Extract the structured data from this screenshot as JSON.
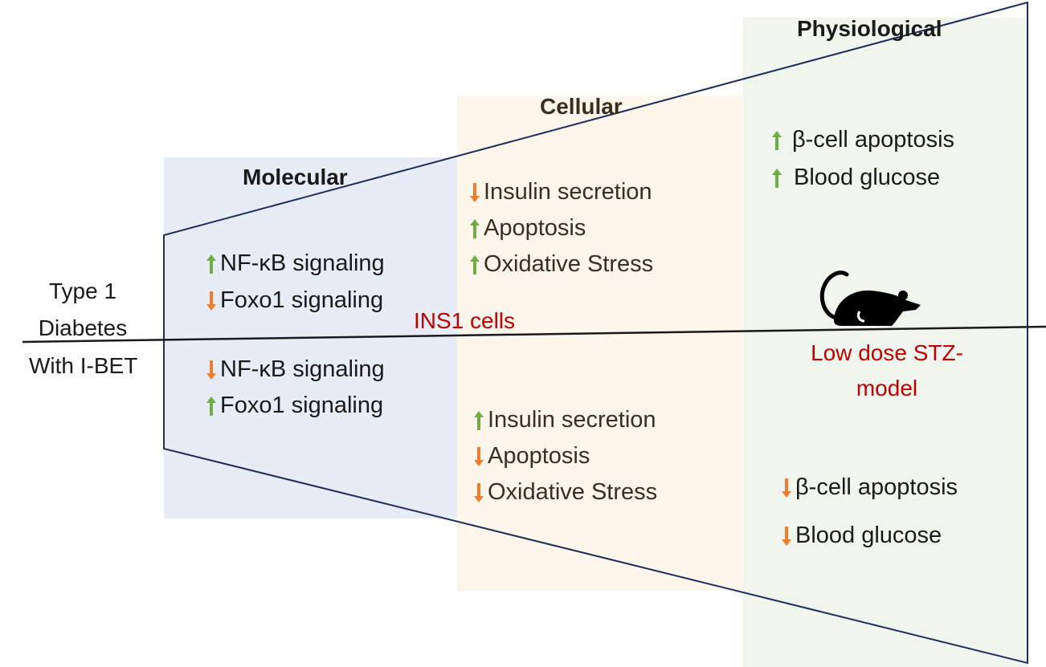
{
  "colors": {
    "molecular_bg": "#e8ecf7",
    "cellular_bg": "#fdf6ea",
    "physiological_bg": "#f0f5ed",
    "outline": "#1f2d5a",
    "up_arrow": "#70ad47",
    "down_arrow": "#ed7d31",
    "highlight_text": "#c00000"
  },
  "headers": {
    "molecular": "Molecular",
    "cellular": "Cellular",
    "physiological": "Physiological"
  },
  "left_labels": {
    "top_line1": "Type 1",
    "top_line2": "Diabetes",
    "bottom": "With I-BET"
  },
  "middle_label": "INS1 cells",
  "model_label": {
    "line1": "Low dose STZ-",
    "line2": "model"
  },
  "icons": {
    "model": "mouse-icon",
    "up": "up-arrow-icon",
    "down": "down-arrow-icon"
  },
  "molecular": {
    "top": [
      {
        "dir": "up",
        "text": "NF-κB signaling"
      },
      {
        "dir": "down",
        "text": "Foxo1 signaling"
      }
    ],
    "bottom": [
      {
        "dir": "down",
        "text": "NF-κB signaling"
      },
      {
        "dir": "up",
        "text": "Foxo1 signaling"
      }
    ]
  },
  "cellular": {
    "top": [
      {
        "dir": "down",
        "text": "Insulin secretion"
      },
      {
        "dir": "up",
        "text": "Apoptosis"
      },
      {
        "dir": "up",
        "text": "Oxidative Stress"
      }
    ],
    "bottom": [
      {
        "dir": "up",
        "text": "Insulin secretion"
      },
      {
        "dir": "down",
        "text": "Apoptosis"
      },
      {
        "dir": "down",
        "text": "Oxidative Stress"
      }
    ]
  },
  "physiological": {
    "top": [
      {
        "dir": "up",
        "text": "β-cell apoptosis"
      },
      {
        "dir": "up",
        "text": "Blood glucose"
      }
    ],
    "bottom": [
      {
        "dir": "down",
        "text": "β-cell apoptosis"
      },
      {
        "dir": "down",
        "text": "Blood glucose"
      }
    ]
  }
}
